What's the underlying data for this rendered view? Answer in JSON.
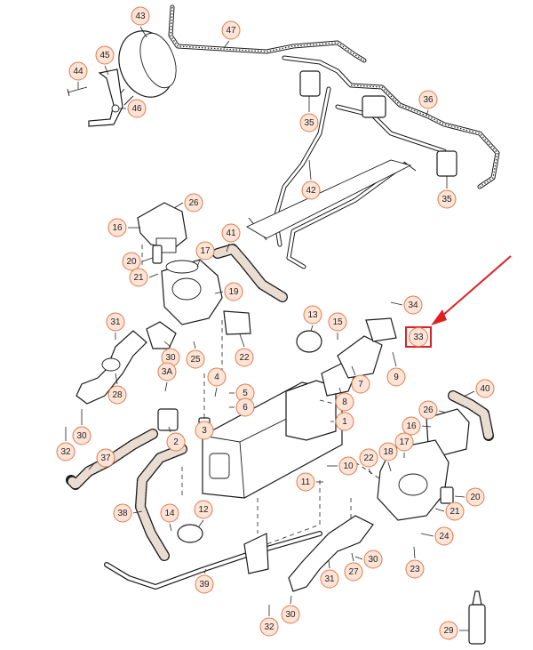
{
  "highlight": {
    "label_id": "33",
    "color": "#e02020"
  },
  "callouts": [
    {
      "id": "c43",
      "label": "43"
    },
    {
      "id": "c47",
      "label": "47"
    },
    {
      "id": "c44",
      "label": "44"
    },
    {
      "id": "c45",
      "label": "45"
    },
    {
      "id": "c46",
      "label": "46"
    },
    {
      "id": "c35a",
      "label": "35"
    },
    {
      "id": "c36",
      "label": "36"
    },
    {
      "id": "c35b",
      "label": "35"
    },
    {
      "id": "c42",
      "label": "42"
    },
    {
      "id": "c16a",
      "label": "16"
    },
    {
      "id": "c26a",
      "label": "26"
    },
    {
      "id": "c41",
      "label": "41"
    },
    {
      "id": "c17a",
      "label": "17"
    },
    {
      "id": "c20a",
      "label": "20"
    },
    {
      "id": "c21a",
      "label": "21"
    },
    {
      "id": "c19",
      "label": "19"
    },
    {
      "id": "c34",
      "label": "34"
    },
    {
      "id": "c31a",
      "label": "31"
    },
    {
      "id": "c13",
      "label": "13"
    },
    {
      "id": "c15",
      "label": "15"
    },
    {
      "id": "c30a",
      "label": "30"
    },
    {
      "id": "c25",
      "label": "25"
    },
    {
      "id": "c22a",
      "label": "22"
    },
    {
      "id": "c9",
      "label": "9"
    },
    {
      "id": "c3a",
      "label": "3A"
    },
    {
      "id": "c4",
      "label": "4"
    },
    {
      "id": "c7",
      "label": "7"
    },
    {
      "id": "c40",
      "label": "40"
    },
    {
      "id": "c28",
      "label": "28"
    },
    {
      "id": "c5",
      "label": "5"
    },
    {
      "id": "c6",
      "label": "6"
    },
    {
      "id": "c8",
      "label": "8"
    },
    {
      "id": "c26b",
      "label": "26"
    },
    {
      "id": "c16b",
      "label": "16"
    },
    {
      "id": "c1",
      "label": "1"
    },
    {
      "id": "c30b",
      "label": "30"
    },
    {
      "id": "c2",
      "label": "2"
    },
    {
      "id": "c3",
      "label": "3"
    },
    {
      "id": "c17b",
      "label": "17"
    },
    {
      "id": "c22b",
      "label": "22"
    },
    {
      "id": "c18",
      "label": "18"
    },
    {
      "id": "c10",
      "label": "10"
    },
    {
      "id": "c32a",
      "label": "32"
    },
    {
      "id": "c37",
      "label": "37"
    },
    {
      "id": "c11",
      "label": "11"
    },
    {
      "id": "c20b",
      "label": "20"
    },
    {
      "id": "c21b",
      "label": "21"
    },
    {
      "id": "c38",
      "label": "38"
    },
    {
      "id": "c14",
      "label": "14"
    },
    {
      "id": "c12",
      "label": "12"
    },
    {
      "id": "c24",
      "label": "24"
    },
    {
      "id": "c30c",
      "label": "30"
    },
    {
      "id": "c27",
      "label": "27"
    },
    {
      "id": "c23",
      "label": "23"
    },
    {
      "id": "c31b",
      "label": "31"
    },
    {
      "id": "c39",
      "label": "39"
    },
    {
      "id": "c30d",
      "label": "30"
    },
    {
      "id": "c29",
      "label": "29"
    },
    {
      "id": "c32b",
      "label": "32"
    }
  ]
}
